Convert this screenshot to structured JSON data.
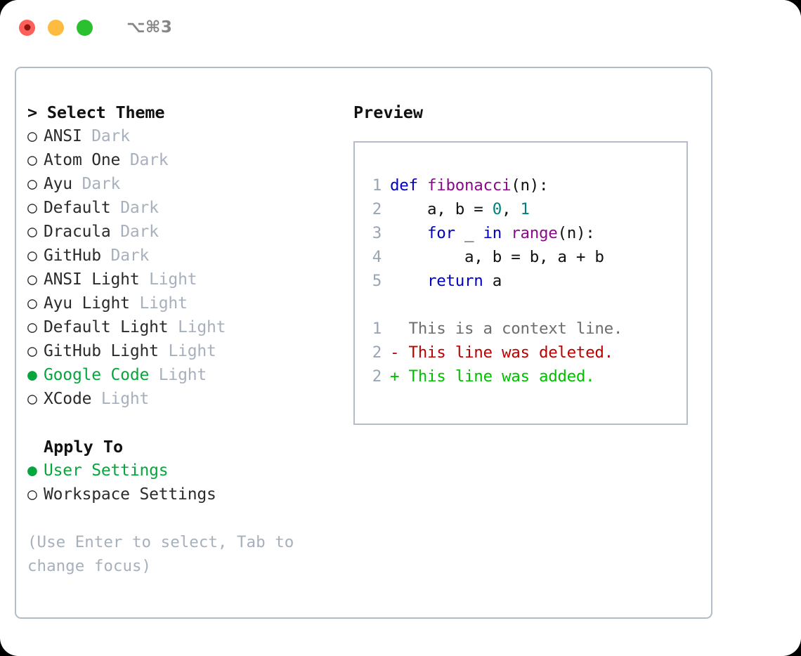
{
  "titlebar": {
    "shortcut": "⌥⌘3",
    "buttons": {
      "close": "close",
      "minimize": "minimize",
      "maximize": "maximize"
    }
  },
  "theme_picker": {
    "header": "> Select Theme",
    "markers": {
      "unselected": "○",
      "selected": "●"
    },
    "items": [
      {
        "marker": "○",
        "name": "ANSI",
        "category": "Dark",
        "selected": false
      },
      {
        "marker": "○",
        "name": "Atom One",
        "category": "Dark",
        "selected": false
      },
      {
        "marker": "○",
        "name": "Ayu",
        "category": "Dark",
        "selected": false
      },
      {
        "marker": "○",
        "name": "Default",
        "category": "Dark",
        "selected": false
      },
      {
        "marker": "○",
        "name": "Dracula",
        "category": "Dark",
        "selected": false
      },
      {
        "marker": "○",
        "name": "GitHub",
        "category": "Dark",
        "selected": false
      },
      {
        "marker": "○",
        "name": "ANSI Light",
        "category": "Light",
        "selected": false
      },
      {
        "marker": "○",
        "name": "Ayu Light",
        "category": "Light",
        "selected": false
      },
      {
        "marker": "○",
        "name": "Default Light",
        "category": "Light",
        "selected": false
      },
      {
        "marker": "○",
        "name": "GitHub Light",
        "category": "Light",
        "selected": false
      },
      {
        "marker": "●",
        "name": "Google Code",
        "category": "Light",
        "selected": true
      },
      {
        "marker": "○",
        "name": "XCode",
        "category": "Light",
        "selected": false
      }
    ]
  },
  "apply_to": {
    "title": "Apply To",
    "options": [
      {
        "marker": "●",
        "label": "User Settings",
        "selected": true
      },
      {
        "marker": "○",
        "label": "Workspace Settings",
        "selected": false
      }
    ]
  },
  "help_text": "(Use Enter to select, Tab to change focus)",
  "preview": {
    "title": "Preview",
    "code_lines": [
      {
        "no": "1",
        "tokens": [
          {
            "t": "def ",
            "c": "kw"
          },
          {
            "t": "fibonacci",
            "c": "fn"
          },
          {
            "t": "(n):",
            "c": "plain"
          }
        ]
      },
      {
        "no": "2",
        "tokens": [
          {
            "t": "    a, b = ",
            "c": "plain"
          },
          {
            "t": "0",
            "c": "num"
          },
          {
            "t": ", ",
            "c": "plain"
          },
          {
            "t": "1",
            "c": "num"
          }
        ]
      },
      {
        "no": "3",
        "tokens": [
          {
            "t": "    ",
            "c": "plain"
          },
          {
            "t": "for",
            "c": "kw"
          },
          {
            "t": " _ ",
            "c": "plain"
          },
          {
            "t": "in",
            "c": "kw"
          },
          {
            "t": " ",
            "c": "plain"
          },
          {
            "t": "range",
            "c": "fn"
          },
          {
            "t": "(n):",
            "c": "plain"
          }
        ]
      },
      {
        "no": "4",
        "tokens": [
          {
            "t": "        a, b = b, a + b",
            "c": "plain"
          }
        ]
      },
      {
        "no": "5",
        "tokens": [
          {
            "t": "    ",
            "c": "plain"
          },
          {
            "t": "return",
            "c": "kw"
          },
          {
            "t": " a",
            "c": "plain"
          }
        ]
      }
    ],
    "diff_lines": [
      {
        "no": "1",
        "sign": " ",
        "text": " This is a context line.",
        "kind": "context"
      },
      {
        "no": "2",
        "sign": "-",
        "text": " This line was deleted.",
        "kind": "deleted"
      },
      {
        "no": "2",
        "sign": "+",
        "text": " This line was added.",
        "kind": "added"
      }
    ]
  },
  "colors": {
    "accent_green": "#07a63c",
    "muted_gray": "#a7b0bd",
    "border": "#b3bcc8",
    "keyword_blue": "#0000c4",
    "function_purple": "#8b0a8b",
    "number_teal": "#00807e",
    "diff_deleted_red": "#bb0000",
    "diff_added_green": "#00c000",
    "diff_context_gray": "#6e6e6e",
    "line_number_gray": "#9aa5b4",
    "traffic_red": "#fc6058",
    "traffic_yellow": "#fdbc40",
    "traffic_green": "#2ac030"
  }
}
